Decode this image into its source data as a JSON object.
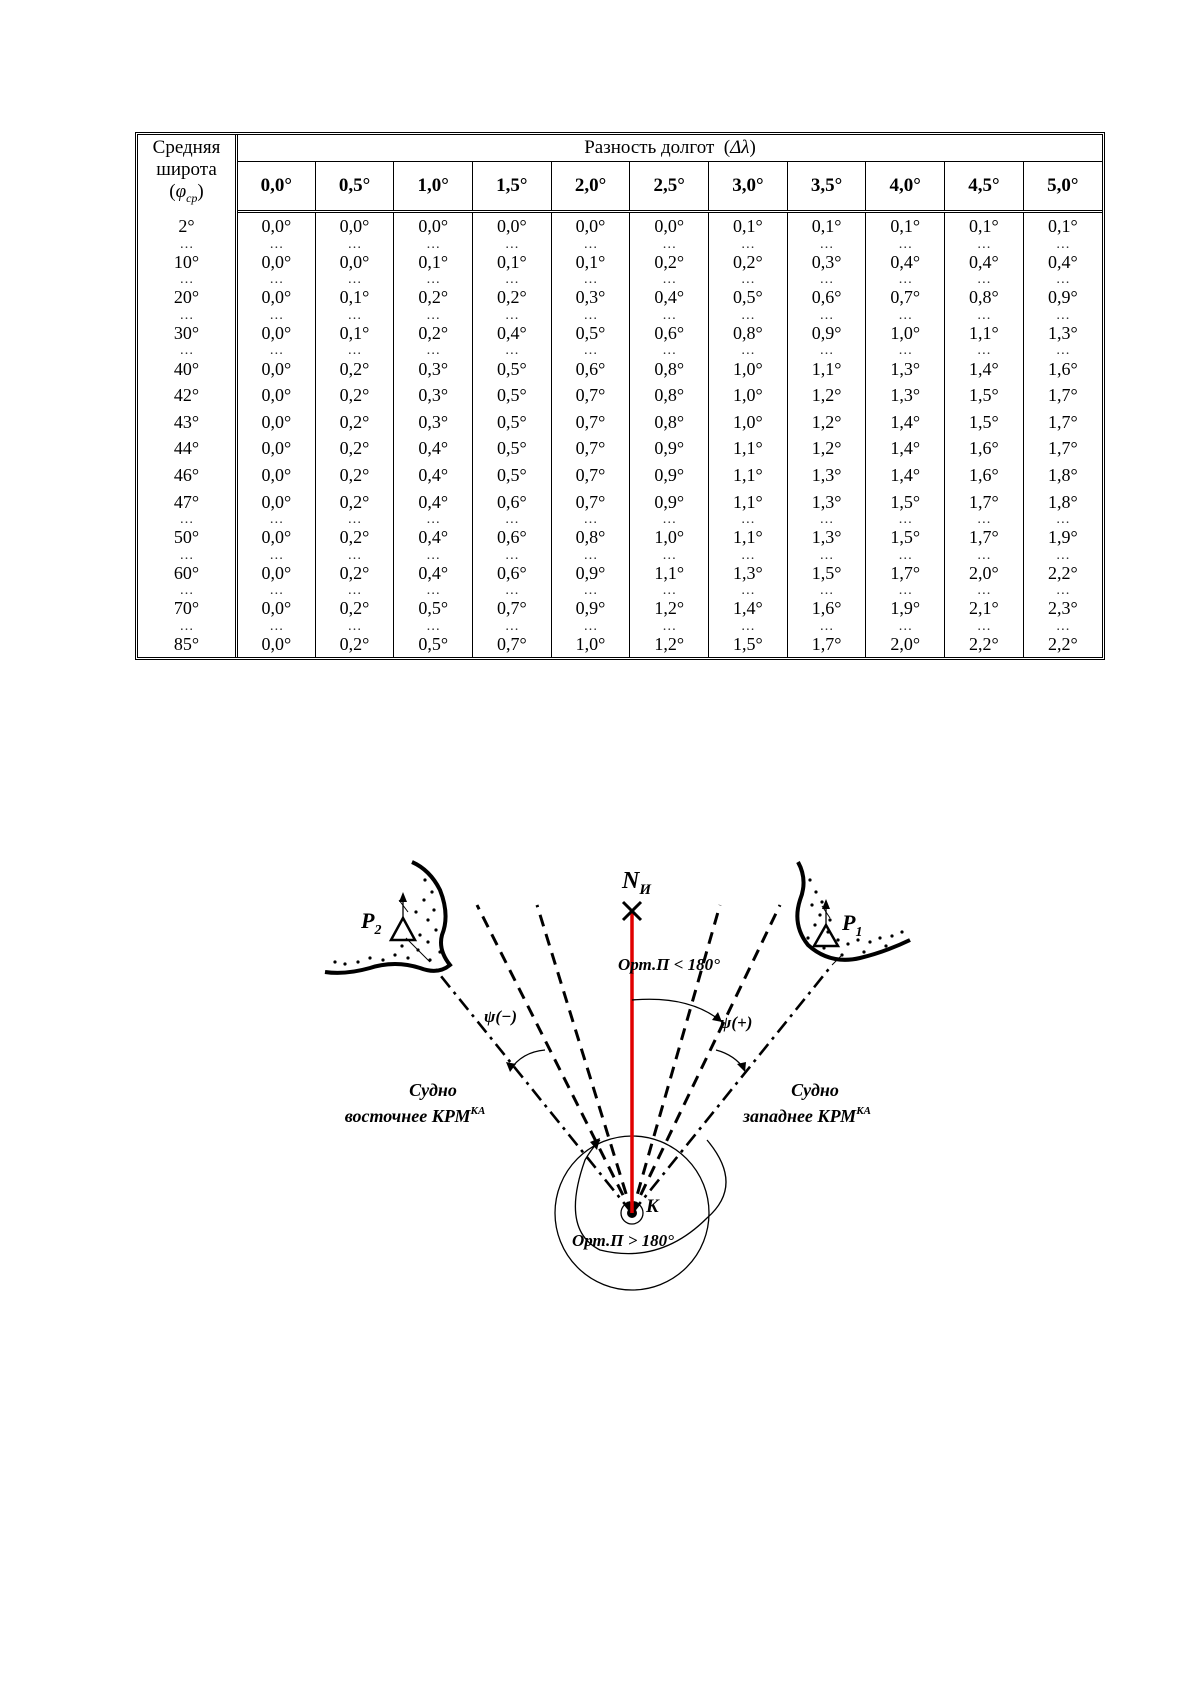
{
  "table": {
    "lat_header_line1": "Средняя",
    "lat_header_line2": "широта",
    "lat_header_symbol": "φ",
    "lat_header_sub": "ср",
    "lon_header_title": "Разность долгот",
    "lon_header_symbol": "Δλ",
    "columns": [
      "0,0°",
      "0,5°",
      "1,0°",
      "1,5°",
      "2,0°",
      "2,5°",
      "3,0°",
      "3,5°",
      "4,0°",
      "4,5°",
      "5,0°"
    ],
    "dots": "…",
    "rows": [
      {
        "lat": "2°",
        "values": [
          "0,0°",
          "0,0°",
          "0,0°",
          "0,0°",
          "0,0°",
          "0,0°",
          "0,1°",
          "0,1°",
          "0,1°",
          "0,1°",
          "0,1°"
        ],
        "dots_after": true
      },
      {
        "lat": "10°",
        "values": [
          "0,0°",
          "0,0°",
          "0,1°",
          "0,1°",
          "0,1°",
          "0,2°",
          "0,2°",
          "0,3°",
          "0,4°",
          "0,4°",
          "0,4°"
        ],
        "dots_after": true
      },
      {
        "lat": "20°",
        "values": [
          "0,0°",
          "0,1°",
          "0,2°",
          "0,2°",
          "0,3°",
          "0,4°",
          "0,5°",
          "0,6°",
          "0,7°",
          "0,8°",
          "0,9°"
        ],
        "dots_after": true
      },
      {
        "lat": "30°",
        "values": [
          "0,0°",
          "0,1°",
          "0,2°",
          "0,4°",
          "0,5°",
          "0,6°",
          "0,8°",
          "0,9°",
          "1,0°",
          "1,1°",
          "1,3°"
        ],
        "dots_after": true
      },
      {
        "lat": "40°",
        "values": [
          "0,0°",
          "0,2°",
          "0,3°",
          "0,5°",
          "0,6°",
          "0,8°",
          "1,0°",
          "1,1°",
          "1,3°",
          "1,4°",
          "1,6°"
        ],
        "dots_after": false
      },
      {
        "lat": "42°",
        "values": [
          "0,0°",
          "0,2°",
          "0,3°",
          "0,5°",
          "0,7°",
          "0,8°",
          "1,0°",
          "1,2°",
          "1,3°",
          "1,5°",
          "1,7°"
        ],
        "dots_after": false
      },
      {
        "lat": "43°",
        "values": [
          "0,0°",
          "0,2°",
          "0,3°",
          "0,5°",
          "0,7°",
          "0,8°",
          "1,0°",
          "1,2°",
          "1,4°",
          "1,5°",
          "1,7°"
        ],
        "dots_after": false
      },
      {
        "lat": "44°",
        "values": [
          "0,0°",
          "0,2°",
          "0,4°",
          "0,5°",
          "0,7°",
          "0,9°",
          "1,1°",
          "1,2°",
          "1,4°",
          "1,6°",
          "1,7°"
        ],
        "dots_after": false
      },
      {
        "lat": "46°",
        "values": [
          "0,0°",
          "0,2°",
          "0,4°",
          "0,5°",
          "0,7°",
          "0,9°",
          "1,1°",
          "1,3°",
          "1,4°",
          "1,6°",
          "1,8°"
        ],
        "dots_after": false
      },
      {
        "lat": "47°",
        "values": [
          "0,0°",
          "0,2°",
          "0,4°",
          "0,6°",
          "0,7°",
          "0,9°",
          "1,1°",
          "1,3°",
          "1,5°",
          "1,7°",
          "1,8°"
        ],
        "dots_after": true
      },
      {
        "lat": "50°",
        "values": [
          "0,0°",
          "0,2°",
          "0,4°",
          "0,6°",
          "0,8°",
          "1,0°",
          "1,1°",
          "1,3°",
          "1,5°",
          "1,7°",
          "1,9°"
        ],
        "dots_after": true
      },
      {
        "lat": "60°",
        "values": [
          "0,0°",
          "0,2°",
          "0,4°",
          "0,6°",
          "0,9°",
          "1,1°",
          "1,3°",
          "1,5°",
          "1,7°",
          "2,0°",
          "2,2°"
        ],
        "dots_after": true
      },
      {
        "lat": "70°",
        "values": [
          "0,0°",
          "0,2°",
          "0,5°",
          "0,7°",
          "0,9°",
          "1,2°",
          "1,4°",
          "1,6°",
          "1,9°",
          "2,1°",
          "2,3°"
        ],
        "dots_after": true
      },
      {
        "lat": "85°",
        "values": [
          "0,0°",
          "0,2°",
          "0,5°",
          "0,7°",
          "1,0°",
          "1,2°",
          "1,5°",
          "1,7°",
          "2,0°",
          "2,2°",
          "2,2°"
        ],
        "dots_after": false
      }
    ]
  },
  "diagram": {
    "north_label": "N",
    "north_sub": "И",
    "ort_small": "Орт.П < 180°",
    "ort_large": "Орт.П > 180°",
    "psi_minus": "ψ(−)",
    "psi_plus": "ψ(+)",
    "p1_label": "P",
    "p1_sub": "1",
    "p2_label": "P",
    "p2_sub": "2",
    "k_label": "K",
    "ship_east_line1": "Судно",
    "ship_east_line2": "восточнее КРМ",
    "ship_east_sup": "КА",
    "ship_west_line1": "Судно",
    "ship_west_line2": "западнее КРМ",
    "ship_west_sup": "КА",
    "colors": {
      "north_line": "#e00000",
      "ink": "#000000"
    }
  }
}
